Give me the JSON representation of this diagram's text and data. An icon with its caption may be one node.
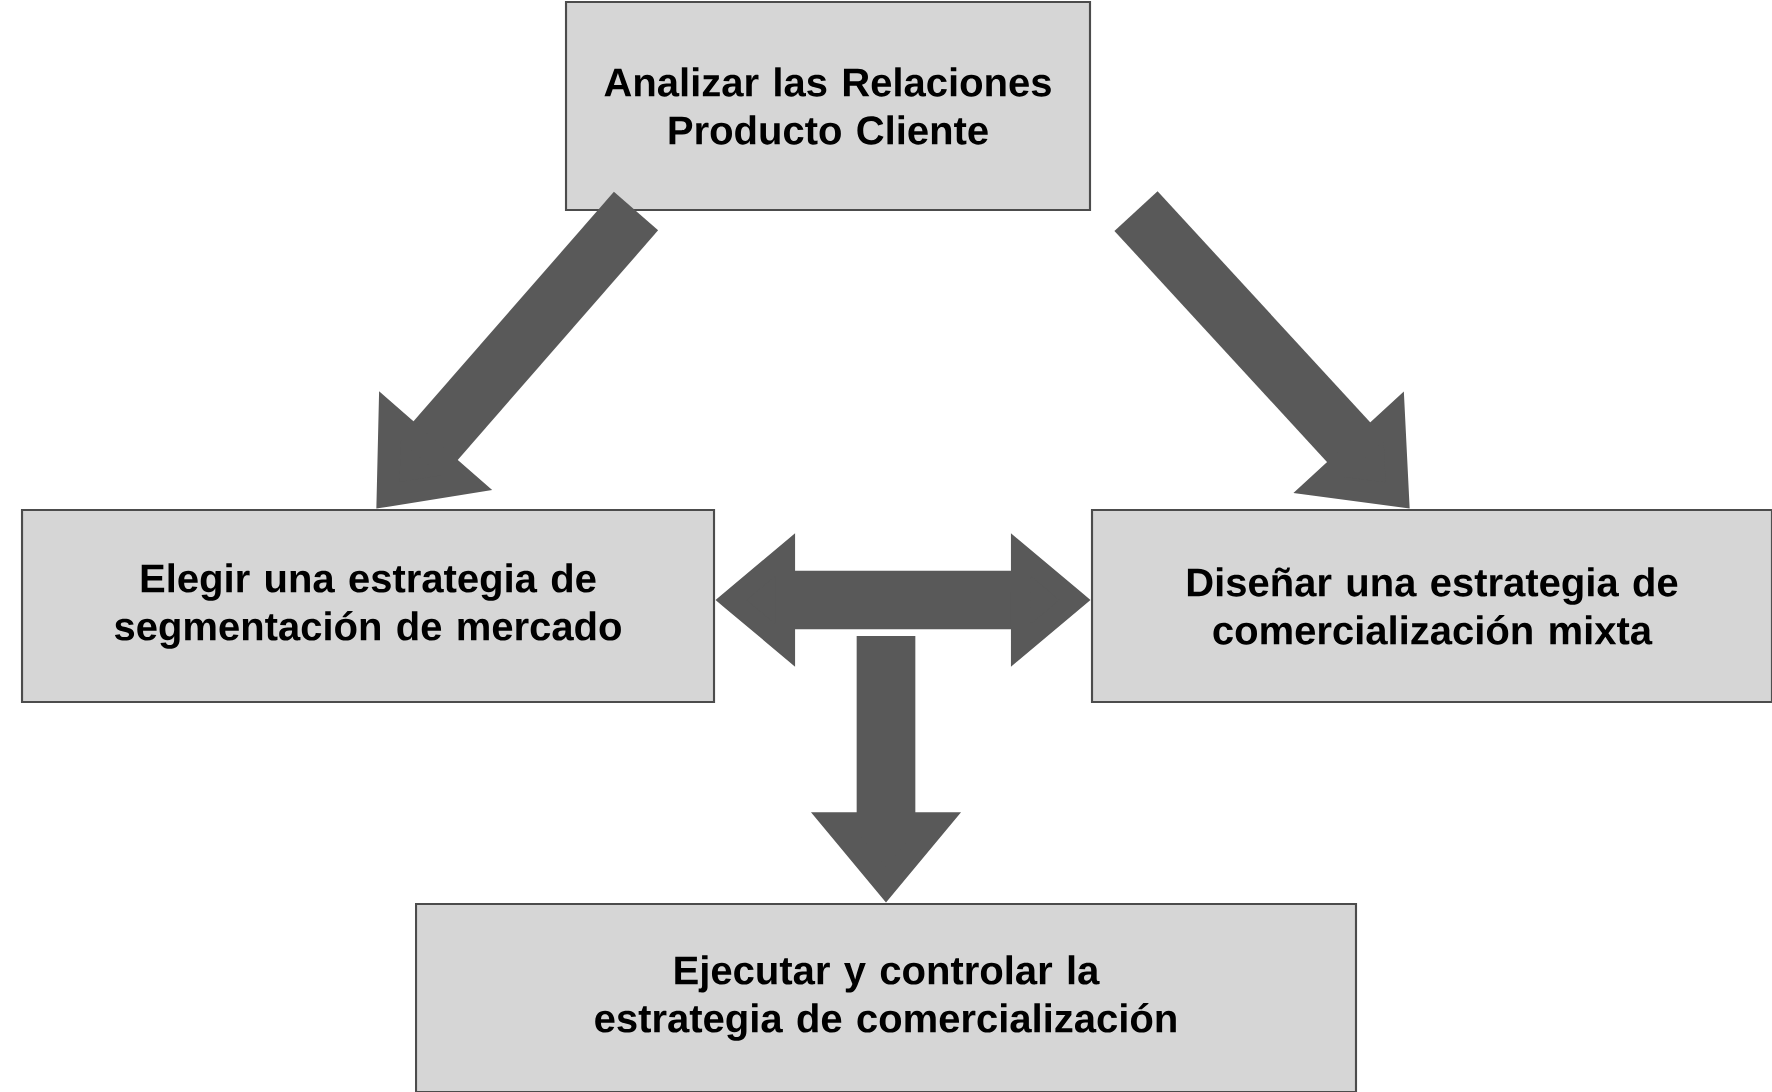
{
  "diagram": {
    "nodes": [
      {
        "text": [
          "Analizar las Relaciones Producto Cliente"
        ]
      },
      {
        "text": [
          "Elegir una estrategia de segmentación de mercado"
        ]
      },
      {
        "text": [
          "Diseñar una estrategia de comercialización mixta"
        ]
      },
      {
        "text": [
          "Ejecutar y controlar la estrategia de comercialización"
        ]
      }
    ],
    "edges": [
      {
        "from": 0,
        "to": 1,
        "arrow": "to"
      },
      {
        "from": 0,
        "to": 2,
        "arrow": "to"
      },
      {
        "from": 1,
        "to": 2,
        "arrow": "both"
      },
      {
        "from": null,
        "to": 3,
        "arrow": "to"
      }
    ]
  }
}
